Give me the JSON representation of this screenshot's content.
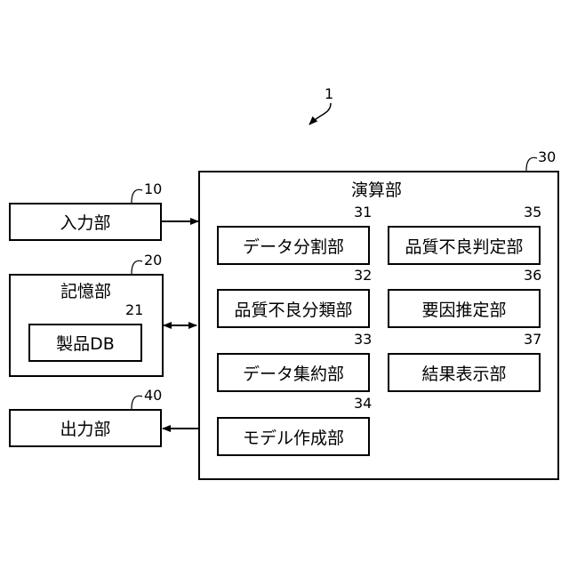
{
  "system_ref": "1",
  "input_unit": {
    "label": "入力部",
    "ref": "10"
  },
  "storage_unit": {
    "label": "記憶部",
    "ref": "20"
  },
  "product_db": {
    "label": "製品DB",
    "ref": "21"
  },
  "output_unit": {
    "label": "出力部",
    "ref": "40"
  },
  "compute_unit": {
    "label": "演算部",
    "ref": "30"
  },
  "modules": [
    {
      "label": "データ分割部",
      "ref": "31"
    },
    {
      "label": "品質不良分類部",
      "ref": "32"
    },
    {
      "label": "データ集約部",
      "ref": "33"
    },
    {
      "label": "モデル作成部",
      "ref": "34"
    },
    {
      "label": "品質不良判定部",
      "ref": "35"
    },
    {
      "label": "要因推定部",
      "ref": "36"
    },
    {
      "label": "結果表示部",
      "ref": "37"
    }
  ]
}
